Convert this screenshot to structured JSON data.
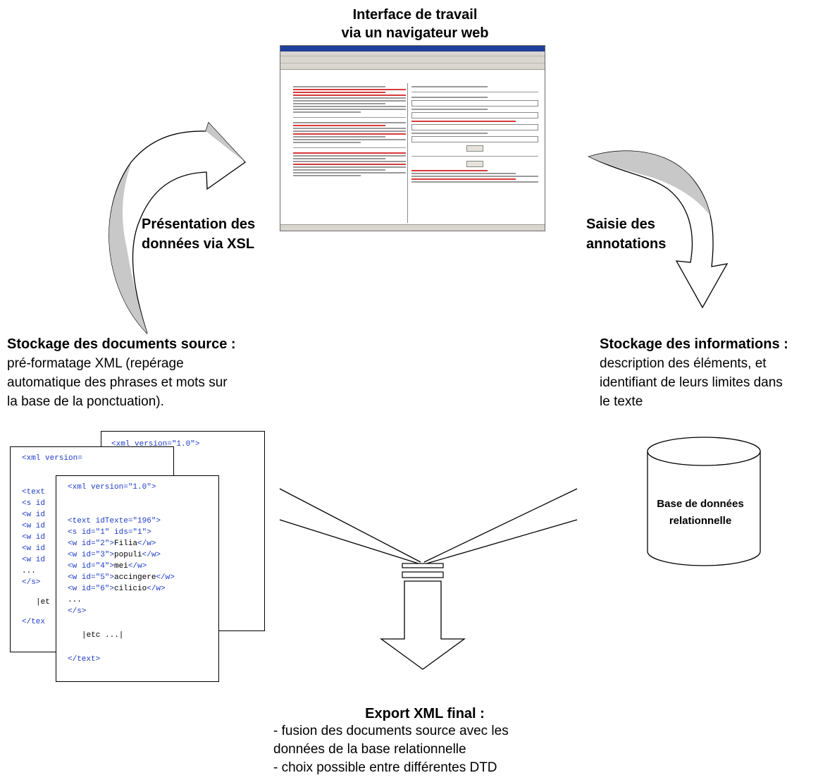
{
  "interface": {
    "line1": "Interface de travail",
    "line2": "via un navigateur web"
  },
  "presentation": {
    "line1": "Présentation des",
    "line2": "données via XSL"
  },
  "saisie": {
    "line1": "Saisie des",
    "line2": "annotations"
  },
  "stockage_source": {
    "title": "Stockage des documents source :",
    "line1": "pré-formatage XML (repérage",
    "line2": "automatique des phrases et mots sur",
    "line3": "la base de la ponctuation)."
  },
  "stockage_info": {
    "title": "Stockage des informations :",
    "line1": "description des éléments,  et",
    "line2": "identifiant de leurs limites dans",
    "line3": "le texte"
  },
  "database": {
    "line1": "Base de données",
    "line2": "relationnelle"
  },
  "export": {
    "title": "Export XML final :",
    "line1": "- fusion des documents source avec les",
    "line2": "données de la base relationnelle",
    "line3": "- choix possible entre différentes DTD"
  },
  "xml_doc_back": {
    "line1": "<xml version=\"1.0\">"
  },
  "xml_doc_mid": {
    "line1": "<xml version=",
    "line2": "<text",
    "line3": "<s id",
    "line4": "<w id",
    "line5": "<w id",
    "line6": "<w id",
    "line7": "<w id",
    "line8": "<w id",
    "line9": "...",
    "line10": "</s>",
    "line11": "|et",
    "line12": "</tex"
  },
  "xml_doc_front": {
    "header": "<xml version=\"1.0\">",
    "text_open": "<text idTexte=\"196\">",
    "s_open": "<s id=\"1\" ids=\"1\">",
    "w1_open": "<w id=\"2\">",
    "w1_word": "Filia",
    "w1_close": "</w>",
    "w2_open": "<w id=\"3\">",
    "w2_word": "populi",
    "w2_close": "</w>",
    "w3_open": "<w id=\"4\">",
    "w3_word": "mei",
    "w3_close": "</w>",
    "w4_open": "<w id=\"5\">",
    "w4_word": "accingere",
    "w4_close": "</w>",
    "w5_open": "<w id=\"6\">",
    "w5_word": "cilicio",
    "w5_close": "</w>",
    "ellipsis": "...",
    "s_close": "</s>",
    "etc": "|etc ...|",
    "text_close": "</text>"
  },
  "colors": {
    "arrow_fill": "#c8c8c8",
    "xml_tag": "#1f3dc8",
    "browser_title": "#1f3f9a",
    "browser_chrome": "#d9d6cf"
  }
}
